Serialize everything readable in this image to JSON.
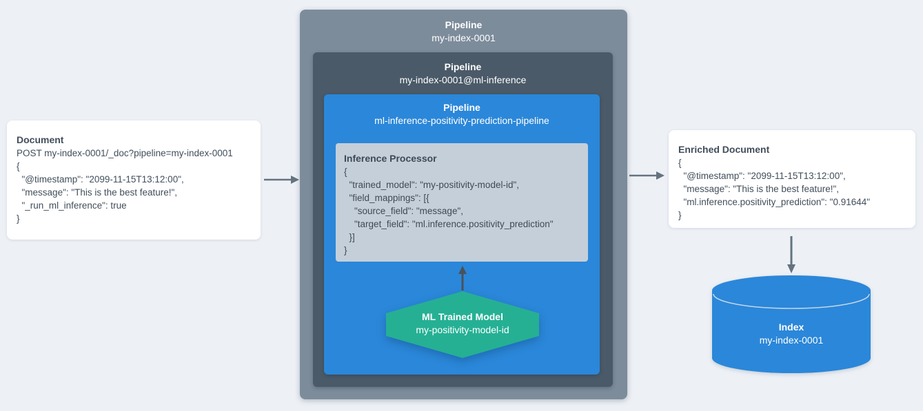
{
  "palette": {
    "background": "#edf1f6",
    "outer_pipeline_bg": "#7d8c9b",
    "ml_pipeline_bg": "#4a5a68",
    "inference_pipeline_bg": "#2b87d9",
    "processor_bg": "#c5cfd9",
    "model_hexagon_bg": "#25b094",
    "index_cylinder_bg": "#2b87d9",
    "card_bg": "#ffffff",
    "text_dark": "#414e5a",
    "text_light": "#ffffff",
    "arrow_gray": "#64737f",
    "arrow_dark": "#49525b"
  },
  "document_card": {
    "title": "Document",
    "lines": [
      "POST my-index-0001/_doc?pipeline=my-index-0001",
      "{",
      "  \"@timestamp\": \"2099-11-15T13:12:00\",",
      "  \"message\": \"This is the best feature!\",",
      "  \"_run_ml_inference\": true",
      "}"
    ]
  },
  "outer_pipeline": {
    "title": "Pipeline",
    "name": "my-index-0001"
  },
  "ml_inference_pipeline": {
    "title": "Pipeline",
    "name": "my-index-0001@ml-inference"
  },
  "inference_pipeline": {
    "title": "Pipeline",
    "name": "ml-inference-positivity-prediction-pipeline"
  },
  "inference_processor": {
    "title": "Inference Processor",
    "lines": [
      "{",
      "  \"trained_model\": \"my-positivity-model-id\",",
      "  \"field_mappings\": [{",
      "    \"source_field\": \"message\",",
      "    \"target_field\": \"ml.inference.positivity_prediction\"",
      "  }]",
      "}"
    ]
  },
  "ml_trained_model": {
    "title": "ML Trained Model",
    "name": "my-positivity-model-id"
  },
  "enriched_document_card": {
    "title": "Enriched Document",
    "lines": [
      "{",
      "  \"@timestamp\": \"2099-11-15T13:12:00\",",
      "  \"message\": \"This is the best feature!\",",
      "  \"ml.inference.positivity_prediction\": \"0.91644\"",
      "}"
    ]
  },
  "index": {
    "title": "Index",
    "name": "my-index-0001"
  }
}
